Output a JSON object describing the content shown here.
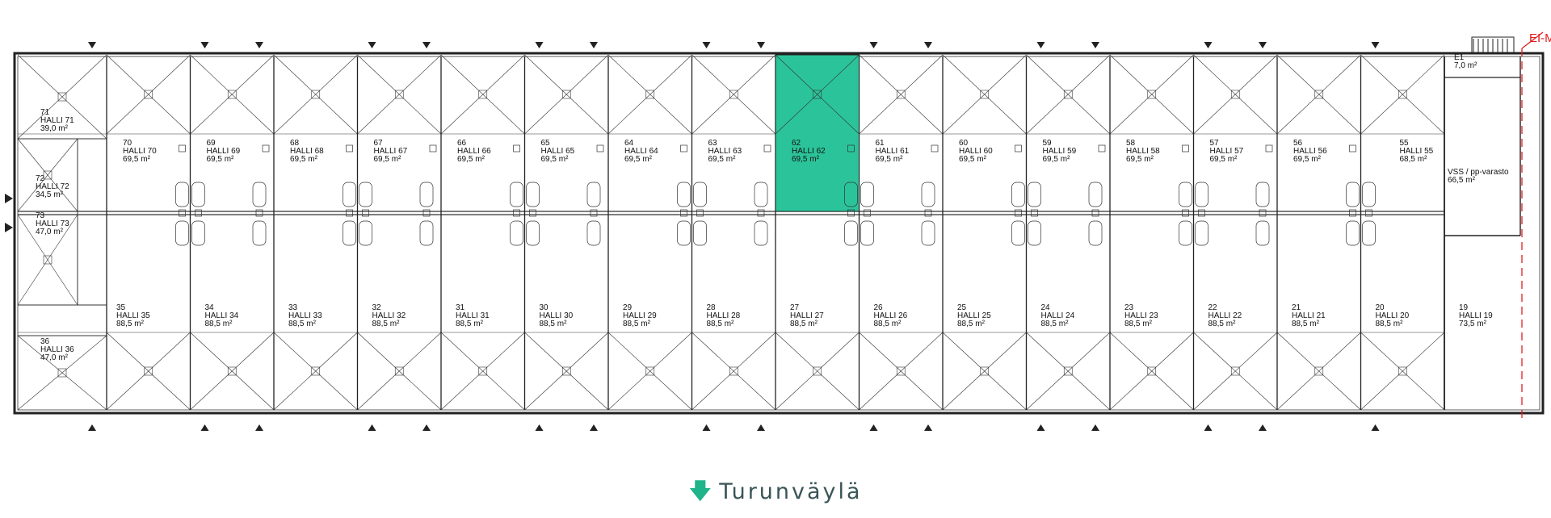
{
  "colors": {
    "highlight": "#2bc49a",
    "wall": "#222222",
    "line": "#333333",
    "red": "#e02020",
    "road_arrow": "#1fb48a",
    "road_text": "#3a5557"
  },
  "marker_label": "EI-M",
  "selected_unit": "62",
  "top_row": [
    {
      "num": "71",
      "name": "HALLI 71",
      "area": "39,0 m²"
    },
    {
      "num": "70",
      "name": "HALLI 70",
      "area": "69,5 m²"
    },
    {
      "num": "69",
      "name": "HALLI 69",
      "area": "69,5 m²"
    },
    {
      "num": "68",
      "name": "HALLI 68",
      "area": "69,5 m²"
    },
    {
      "num": "67",
      "name": "HALLI 67",
      "area": "69,5 m²"
    },
    {
      "num": "66",
      "name": "HALLI 66",
      "area": "69,5 m²"
    },
    {
      "num": "65",
      "name": "HALLI 65",
      "area": "69,5 m²"
    },
    {
      "num": "64",
      "name": "HALLI 64",
      "area": "69,5 m²"
    },
    {
      "num": "63",
      "name": "HALLI 63",
      "area": "69,5 m²"
    },
    {
      "num": "62",
      "name": "HALLI 62",
      "area": "69,5 m²"
    },
    {
      "num": "61",
      "name": "HALLI 61",
      "area": "69,5 m²"
    },
    {
      "num": "60",
      "name": "HALLI 60",
      "area": "69,5 m²"
    },
    {
      "num": "59",
      "name": "HALLI 59",
      "area": "69,5 m²"
    },
    {
      "num": "58",
      "name": "HALLI 58",
      "area": "69,5 m²"
    },
    {
      "num": "57",
      "name": "HALLI 57",
      "area": "69,5 m²"
    },
    {
      "num": "56",
      "name": "HALLI 56",
      "area": "69,5 m²"
    },
    {
      "num": "55",
      "name": "HALLI 55",
      "area": "68,5 m²"
    }
  ],
  "left_column": [
    {
      "num": "72",
      "name": "HALLI 72",
      "area": "34,5 m²"
    },
    {
      "num": "73",
      "name": "HALLI 73",
      "area": "47,0 m²"
    },
    {
      "num": "36",
      "name": "HALLI 36",
      "area": "47,0 m²"
    }
  ],
  "bottom_row": [
    {
      "num": "35",
      "name": "HALLI 35",
      "area": "88,5 m²"
    },
    {
      "num": "34",
      "name": "HALLI 34",
      "area": "88,5 m²"
    },
    {
      "num": "33",
      "name": "HALLI 33",
      "area": "88,5 m²"
    },
    {
      "num": "32",
      "name": "HALLI 32",
      "area": "88,5 m²"
    },
    {
      "num": "31",
      "name": "HALLI 31",
      "area": "88,5 m²"
    },
    {
      "num": "30",
      "name": "HALLI 30",
      "area": "88,5 m²"
    },
    {
      "num": "29",
      "name": "HALLI 29",
      "area": "88,5 m²"
    },
    {
      "num": "28",
      "name": "HALLI 28",
      "area": "88,5 m²"
    },
    {
      "num": "27",
      "name": "HALLI 27",
      "area": "88,5 m²"
    },
    {
      "num": "26",
      "name": "HALLI 26",
      "area": "88,5 m²"
    },
    {
      "num": "25",
      "name": "HALLI 25",
      "area": "88,5 m²"
    },
    {
      "num": "24",
      "name": "HALLI 24",
      "area": "88,5 m²"
    },
    {
      "num": "23",
      "name": "HALLI 23",
      "area": "88,5 m²"
    },
    {
      "num": "22",
      "name": "HALLI 22",
      "area": "88,5 m²"
    },
    {
      "num": "21",
      "name": "HALLI 21",
      "area": "88,5 m²"
    },
    {
      "num": "20",
      "name": "HALLI 20",
      "area": "88,5 m²"
    },
    {
      "num": "19",
      "name": "HALLI 19",
      "area": "73,5 m²"
    }
  ],
  "right_rooms": [
    {
      "num": "E1",
      "name": "",
      "area": "7,0 m²"
    },
    {
      "num": "",
      "name": "VSS / pp-varasto",
      "area": "66,5 m²"
    }
  ],
  "road_label": "Turunväylä"
}
